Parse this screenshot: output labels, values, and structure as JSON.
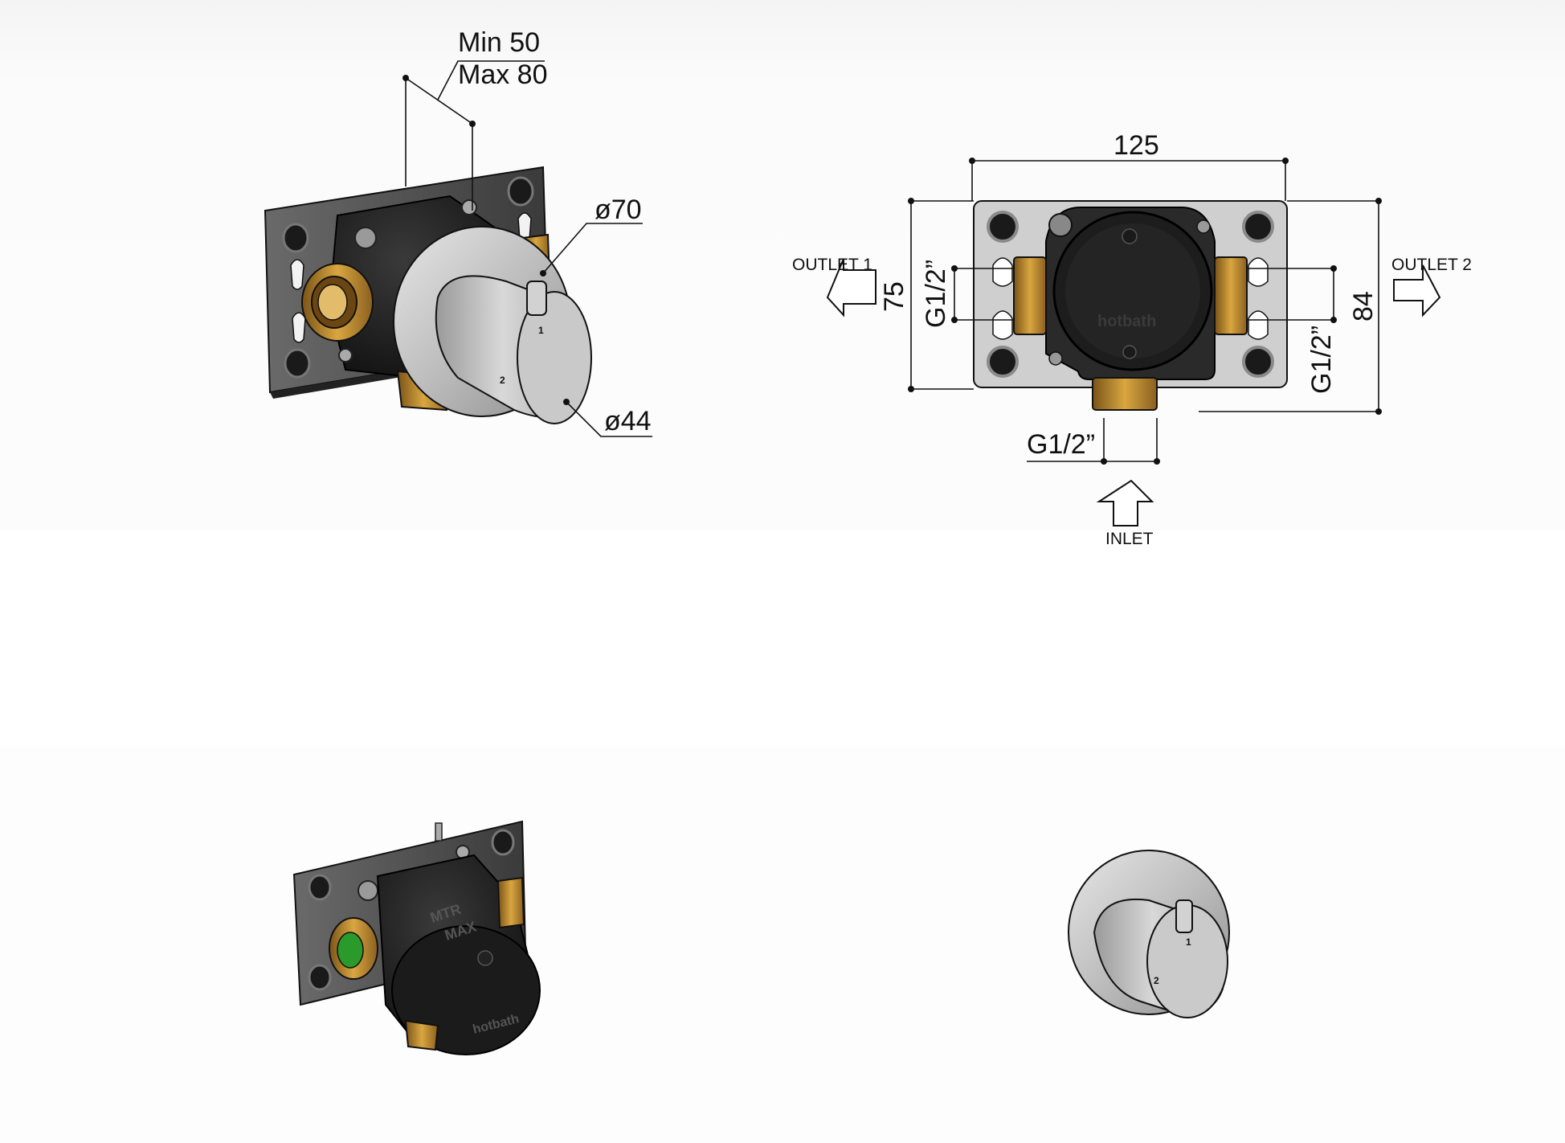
{
  "views": {
    "iso_front": {
      "min_label": "Min 50",
      "max_label": "Max 80",
      "dia_plate": "ø70",
      "dia_handle": "ø44",
      "handle_mark_1": "1",
      "handle_mark_2": "2"
    },
    "front_view": {
      "width_label": "125",
      "height_inner_label": "75",
      "height_outer_label": "84",
      "thread_left": "G1/2”",
      "thread_right": "G1/2”",
      "thread_bottom": "G1/2”",
      "outlet_1": "OUTLET 1",
      "outlet_2": "OUTLET 2",
      "inlet": "INLET",
      "brand": "hotbath"
    },
    "iso_body": {
      "markings": [
        "MTR",
        "MAX"
      ],
      "brand": "hotbath"
    },
    "trim_view": {
      "handle_mark_1": "1",
      "handle_mark_2": "2"
    }
  },
  "colors": {
    "plate": "#3c3c3c",
    "body": "#1e1e1e",
    "brass": "#b8862a",
    "chrome": "#c8c8c8",
    "green_seal": "#2a9a2a",
    "line": "#111111"
  }
}
